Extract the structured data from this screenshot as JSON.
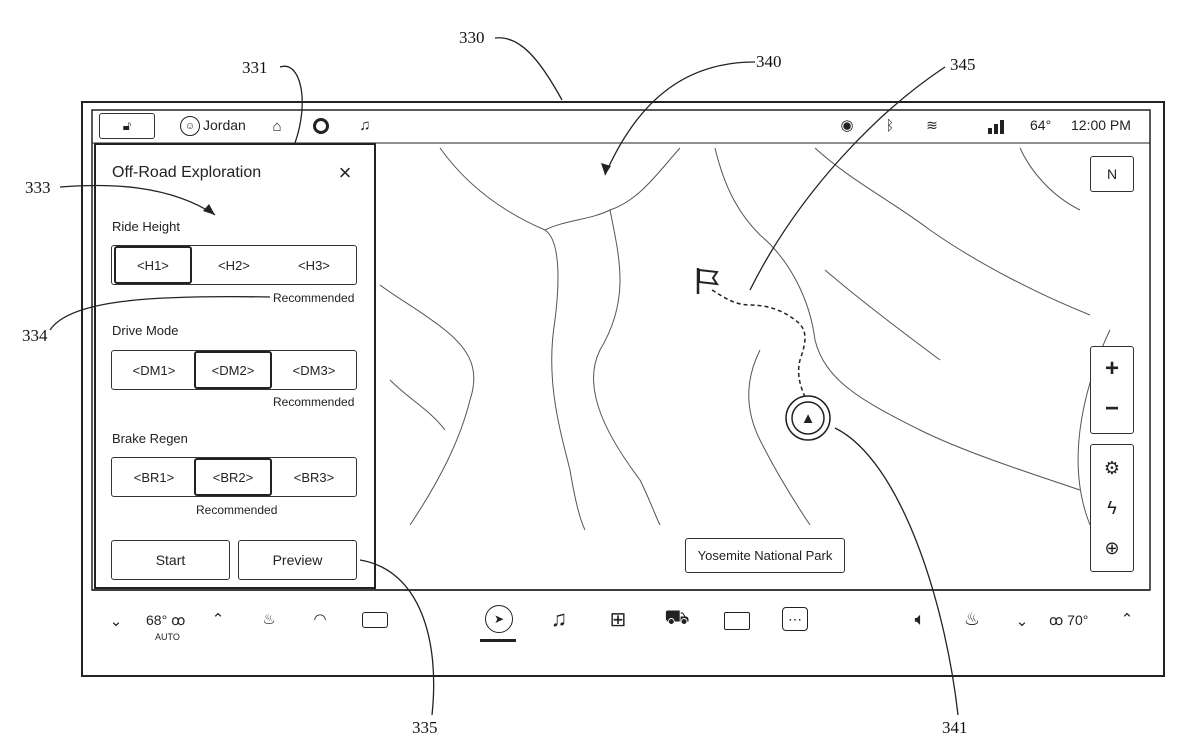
{
  "refs": {
    "device": "330",
    "panel": "331",
    "ride_height": "333",
    "recommended": "334",
    "preview": "335",
    "map": "340",
    "vehicle": "341",
    "route": "345"
  },
  "status_bar": {
    "user_name": "Jordan",
    "temperature": "64°",
    "time": "12:00 PM",
    "icons": [
      "lock-icon",
      "user-icon",
      "garage-icon",
      "record-icon",
      "bell-icon",
      "sentry-icon",
      "bluetooth-icon",
      "wifi-icon",
      "signal-icon"
    ]
  },
  "panel": {
    "title": "Off-Road Exploration",
    "close_symbol": "×",
    "ride_height": {
      "label": "Ride Height",
      "options": [
        "<H1>",
        "<H2>",
        "<H3>"
      ],
      "selected": 0,
      "recommended_label": "Recommended"
    },
    "drive_mode": {
      "label": "Drive Mode",
      "options": [
        "<DM1>",
        "<DM2>",
        "<DM3>"
      ],
      "selected": 1,
      "recommended_label": "Recommended"
    },
    "brake_regen": {
      "label": "Brake Regen",
      "options": [
        "<BR1>",
        "<BR2>",
        "<BR3>"
      ],
      "selected": 1,
      "recommended_label": "Recommended"
    },
    "start_label": "Start",
    "preview_label": "Preview"
  },
  "map": {
    "compass": "N",
    "zoom_in": "+",
    "zoom_out": "−",
    "location_label": "Yosemite National Park",
    "icons": [
      "settings-icon",
      "bolt-icon",
      "globe-icon",
      "flag-icon",
      "navigation-arrow-icon"
    ]
  },
  "bottom_bar": {
    "left_temp": "68°",
    "left_fan": "ꝏ",
    "auto_label": "AUTO",
    "right_temp": "70°",
    "right_fan": "ꝏ",
    "icons": [
      "chevron-down-icon",
      "chevron-up-icon",
      "seat-heat-icon",
      "defrost-front-icon",
      "defrost-rear-icon",
      "navigate-icon",
      "music-icon",
      "apps-icon",
      "vehicle-icon",
      "camera-icon",
      "more-icon",
      "volume-icon",
      "seat-heat-right-icon"
    ]
  }
}
